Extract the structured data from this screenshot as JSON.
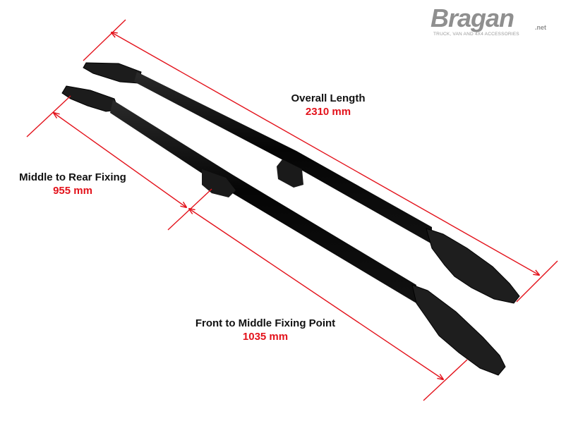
{
  "brand": {
    "name": "Bragan",
    "suffix": ".net",
    "tagline": "TRUCK, VAN AND 4X4 ACCESSORIES"
  },
  "measurements": {
    "overall": {
      "label": "Overall Length",
      "value": "2310 mm"
    },
    "middle_to_rear": {
      "label": "Middle to Rear Fixing",
      "value": "955 mm"
    },
    "front_to_middle": {
      "label": "Front to Middle Fixing Point",
      "value": "1035 mm"
    }
  },
  "colors": {
    "dimension_line": "#e3121b",
    "value_text": "#e3121b",
    "label_text": "#111111",
    "rail": "#0a0a0a",
    "brand": "#8f8f8f"
  }
}
